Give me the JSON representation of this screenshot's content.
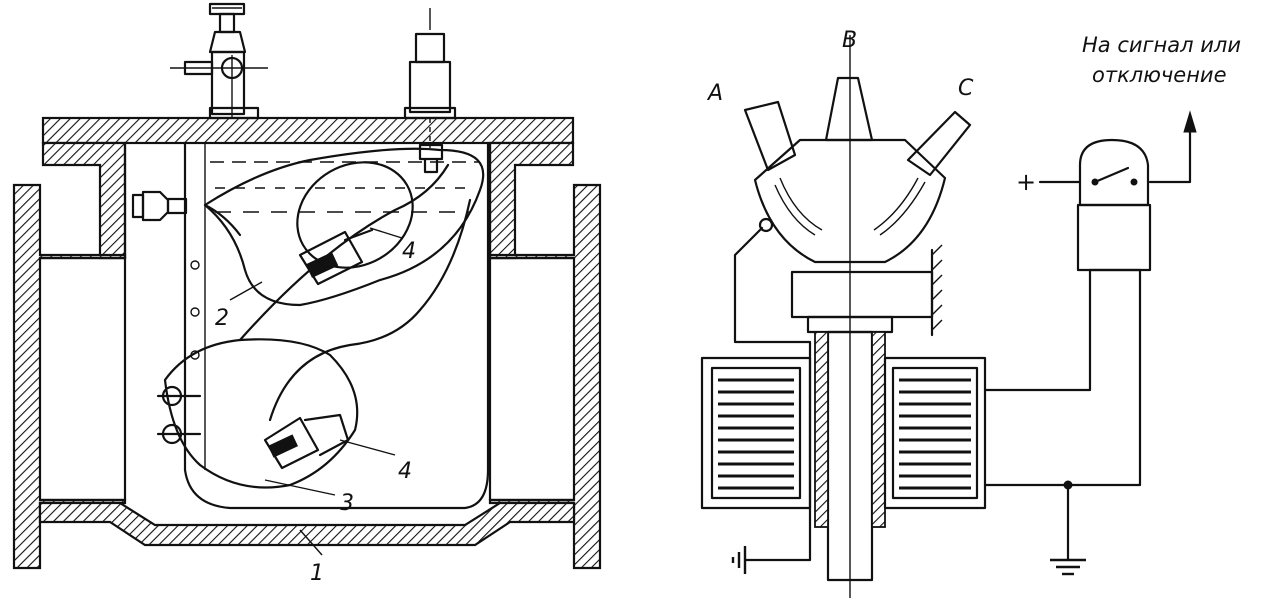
{
  "left_figure": {
    "callouts": [
      "1",
      "2",
      "3",
      "4",
      "4"
    ]
  },
  "right_figure": {
    "phase_labels": [
      "A",
      "B",
      "C"
    ],
    "signal_caption_line1": "На сигнал или",
    "signal_caption_line2": "отключение",
    "plus_sign": "+",
    "icons": [
      "ground-symbol-icon",
      "ground-symbol-icon",
      "switch-contact-icon",
      "arrow-up-icon"
    ]
  },
  "colors": {
    "ink": "#111111",
    "paper": "#ffffff"
  }
}
